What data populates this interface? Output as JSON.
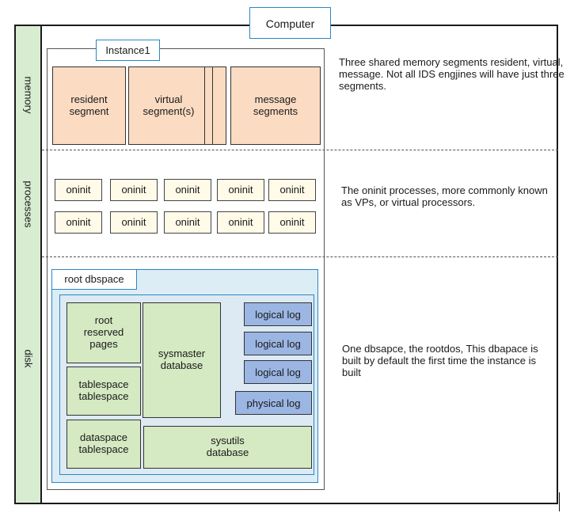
{
  "computer": {
    "label": "Computer"
  },
  "instance": {
    "label": "Instance1"
  },
  "bands": {
    "memory": "memory",
    "processes": "processes",
    "disk": "disk"
  },
  "memory": {
    "resident": "resident segment",
    "virtual": "virtual segment(s)",
    "message": "message segments",
    "description": "Three shared memory segments resident, virtual, message.  Not all IDS engjines will have just three segments."
  },
  "processes": {
    "rows": [
      [
        "oninit",
        "oninit",
        "oninit",
        "oninit",
        "oninit"
      ],
      [
        "oninit",
        "oninit",
        "oninit",
        "oninit",
        "oninit"
      ]
    ],
    "description": "The oninit processes, more commonly known as VPs, or virtual processors."
  },
  "disk": {
    "root_dbspace": "root dbspace",
    "root_reserved_pages": "root reserved pages",
    "tablespace_tablespace": "tablespace tablespace",
    "dataspace_tablespace": "dataspace tablespace",
    "sysmaster_database": "sysmaster database",
    "sysutils_database": "sysutils database",
    "logical_logs": [
      "logical log",
      "logical log",
      "logical log"
    ],
    "physical_log": "physical log",
    "description": "One dbsapce, the rootdos, This dbapace is built by default the first time the instance is built"
  }
}
